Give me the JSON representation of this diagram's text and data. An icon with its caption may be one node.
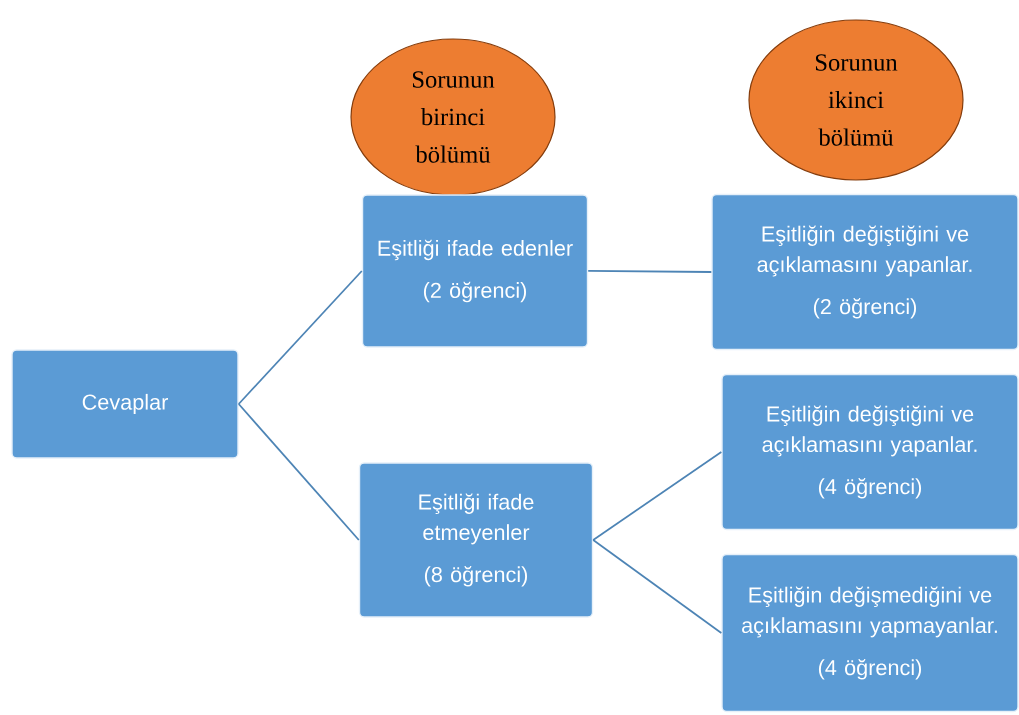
{
  "diagram": {
    "nodes": [
      {
        "text": [
          "Sorunun birinci bölümü"
        ]
      },
      {
        "text": [
          "Sorunun ikinci bölümü"
        ]
      },
      {
        "text": [
          "Cevaplar"
        ]
      },
      {
        "text": [
          "Eşitliği ifade edenler",
          "(2 öğrenci)"
        ]
      },
      {
        "text": [
          "Eşitliği ifade etmeyenler",
          "(8 öğrenci)"
        ]
      },
      {
        "text": [
          "Eşitliğin değiştiğini ve açıklamasını yapanlar.",
          "(2 öğrenci)"
        ]
      },
      {
        "text": [
          "Eşitliğin değiştiğini ve açıklamasını yapanlar.",
          "(4 öğrenci)"
        ]
      },
      {
        "text": [
          "Eşitliğin değişmediğini ve açıklamasını yapmayanlar.",
          "(4 öğrenci)"
        ]
      }
    ],
    "edges": [
      {
        "from": 2,
        "to": 3,
        "arrow": "none"
      },
      {
        "from": 2,
        "to": 4,
        "arrow": "none"
      },
      {
        "from": 3,
        "to": 5,
        "arrow": "none"
      },
      {
        "from": 4,
        "to": 6,
        "arrow": "none"
      },
      {
        "from": 4,
        "to": 7,
        "arrow": "none"
      }
    ]
  }
}
